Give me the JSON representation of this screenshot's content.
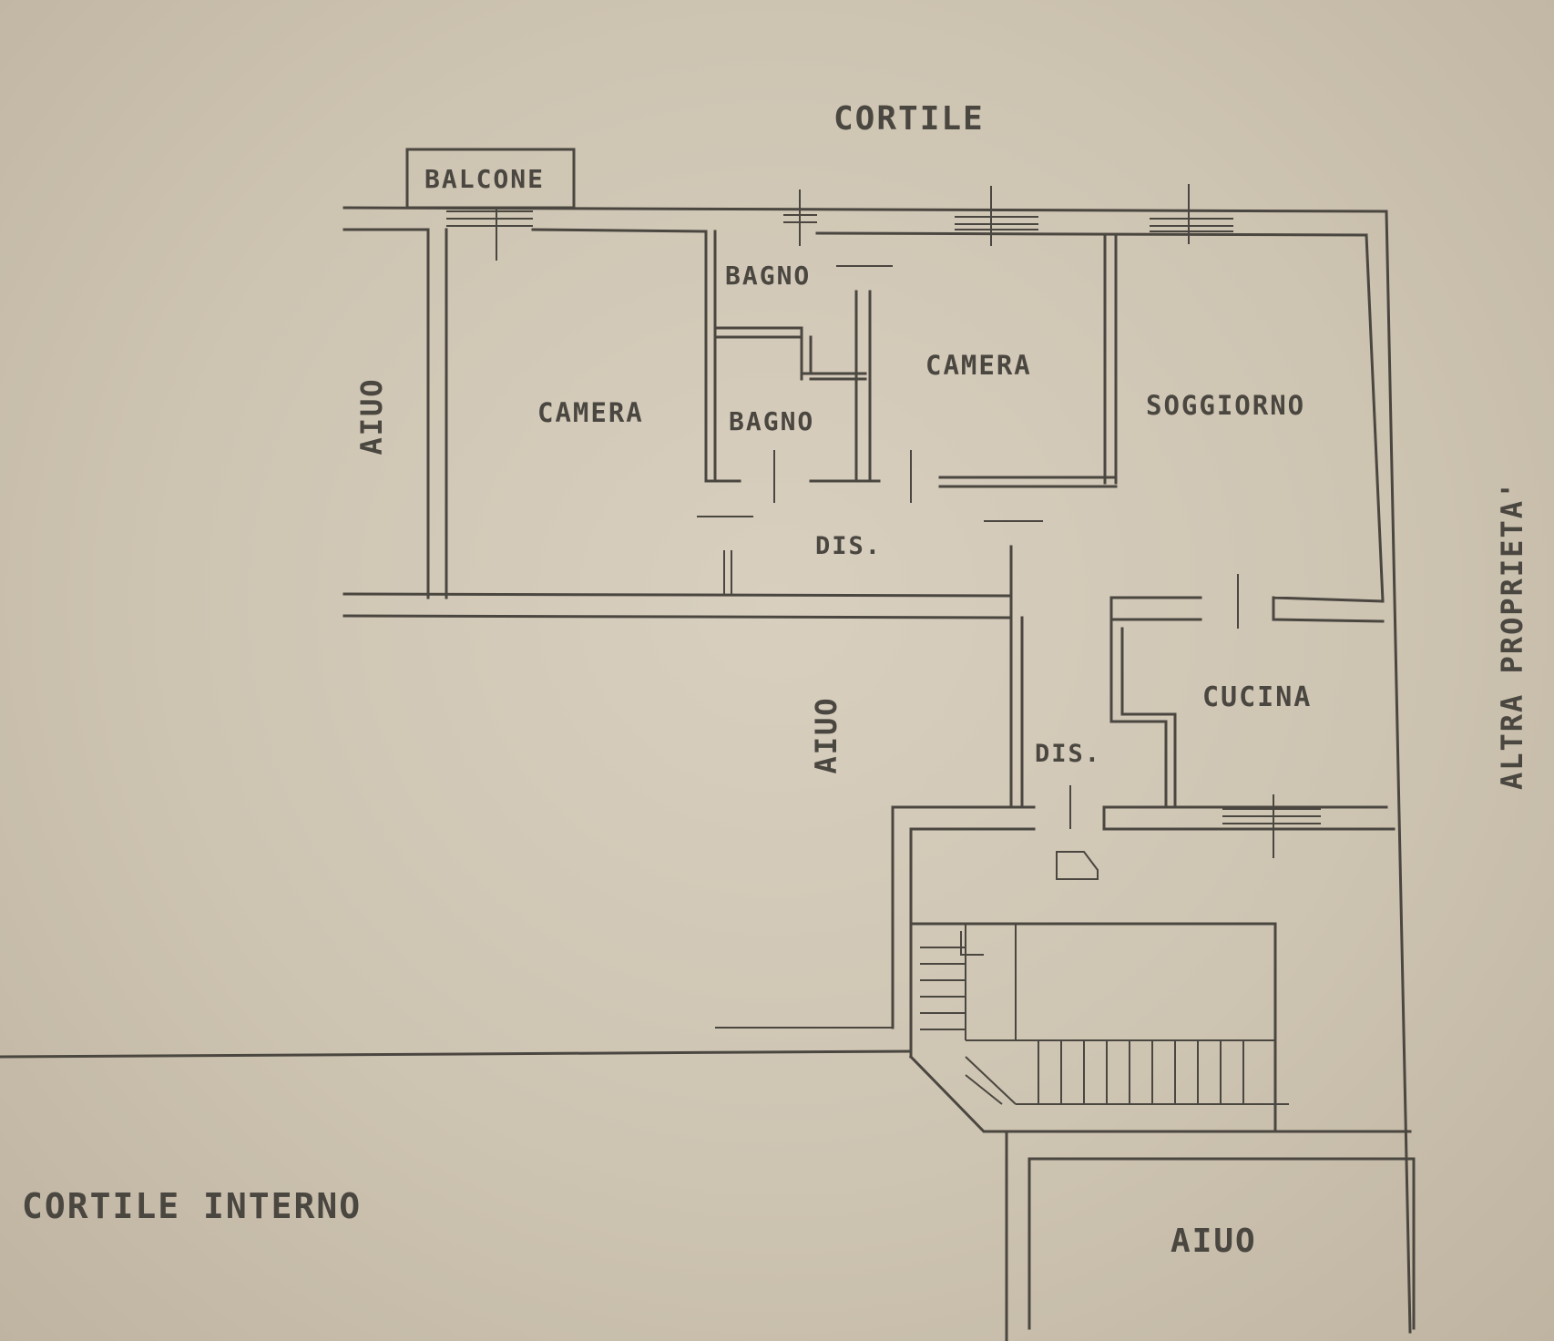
{
  "labels": {
    "cortile": "CORTILE",
    "balcone": "BALCONE",
    "bagno_top": "BAGNO",
    "bagno_mid": "BAGNO",
    "camera_left": "CAMERA",
    "camera_center": "CAMERA",
    "soggiorno": "SOGGIORNO",
    "dis_upper": "DIS.",
    "dis_lower": "DIS.",
    "cucina": "CUCINA",
    "aiuo_left": "AIUO",
    "aiuo_center": "AIUO",
    "aiuo_bottom": "AIUO",
    "altra_proprieta": "ALTRA PROPRIETA'",
    "cortile_interno": "CORTILE INTERNO"
  },
  "colors": {
    "paper": "#cfc5b3",
    "ink": "#4a4640"
  }
}
